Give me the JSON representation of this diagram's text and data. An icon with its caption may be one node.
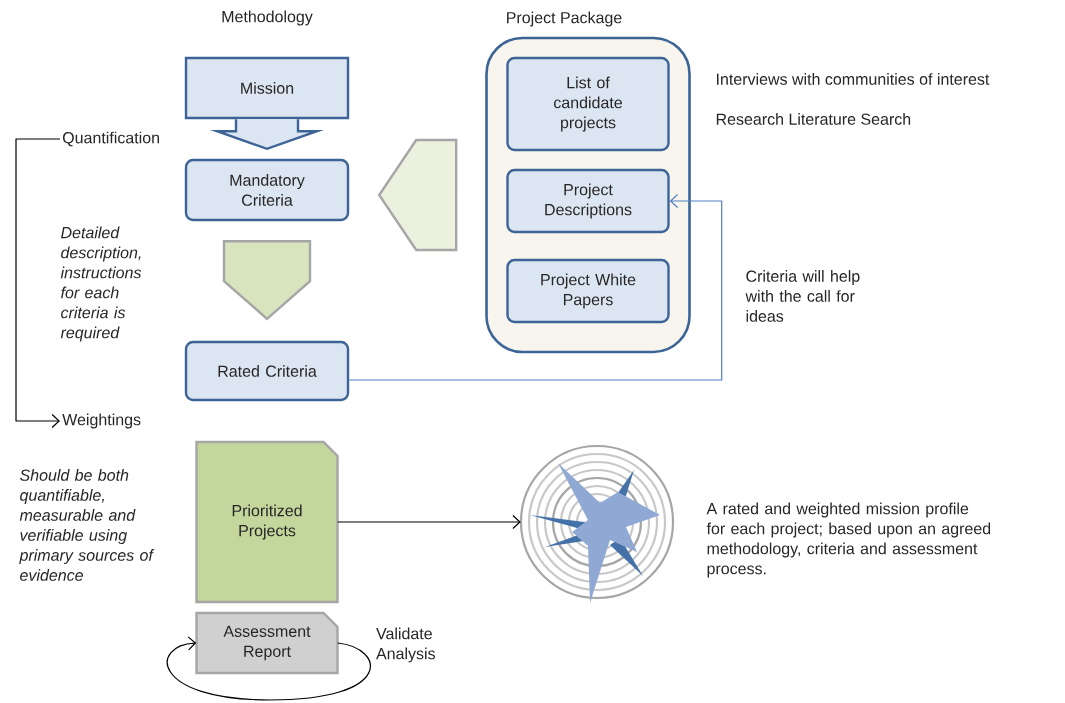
{
  "diagram": {
    "nodes": [
      {
        "text": [
          "Mission"
        ]
      },
      {
        "text": [
          "Mandatory Criteria"
        ]
      },
      {
        "text": [
          "Rated Criteria"
        ]
      },
      {
        "text": [
          "Project Package"
        ]
      },
      {
        "text": [
          "List of candidate projects"
        ],
        "in": 3
      },
      {
        "text": [
          "Project Descriptions"
        ],
        "in": 3
      },
      {
        "text": [
          "Project White Papers"
        ],
        "in": 3
      },
      {
        "text": [
          "Quantification"
        ]
      },
      {
        "text": [
          "Weightings"
        ]
      },
      {
        "text": [
          "Prioritized Projects"
        ]
      },
      {
        "text": [],
        "shape": "picture",
        "beside": [
          "A rated and weighted mission profile for each project; based upon an agreed methodology, criteria and assessment process."
        ]
      },
      {
        "text": [
          "Assessment Report"
        ]
      }
    ],
    "edges": [
      {
        "from": 0,
        "to": 1,
        "arrow": "to",
        "style": "thick",
        "color": "#dce6f2"
      },
      {
        "from": 1,
        "to": 2,
        "arrow": "to",
        "style": "thick",
        "color": "#d7e4bd"
      },
      {
        "from": 3,
        "to": 1,
        "arrow": "to",
        "style": "thick",
        "color": "#ebf1de"
      },
      {
        "from": 2,
        "to": 5,
        "arrow": "to",
        "color": "#4f81bd"
      },
      {
        "from": 7,
        "to": 8,
        "arrow": "to"
      },
      {
        "from": 9,
        "to": 10,
        "arrow": "to"
      },
      {
        "from": 11,
        "to": 11,
        "arrow": "to",
        "label": "Validate Analysis"
      }
    ],
    "labels": [
      "Methodology",
      "Interviews with communities of interest",
      "Research Literature Search",
      "Criteria will help with the call for ideas",
      "Detailed description, instructions for each criteria is required",
      "Should be both quantifiable, measurable and verifiable using primary sources of evidence"
    ]
  }
}
